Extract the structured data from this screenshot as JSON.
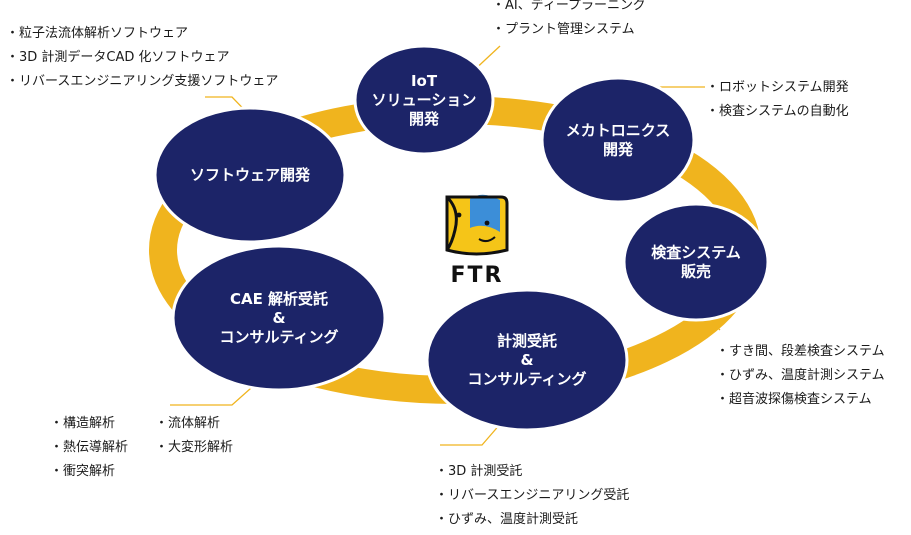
{
  "colors": {
    "ring": "#f0b41e",
    "node_fill": "#1c2468",
    "node_ring": "#ffffff",
    "connector": "#f0b41e",
    "text": "#1a1a1a",
    "logo_yellow": "#f5c518",
    "logo_blue": "#3c8ed8",
    "logo_black": "#111111"
  },
  "logo": {
    "text": "FTR"
  },
  "nodes": {
    "software": {
      "lines": [
        "ソフトウェア開発"
      ]
    },
    "iot": {
      "lines": [
        "IoT",
        "ソリューション",
        "開発"
      ]
    },
    "mechatronics": {
      "lines": [
        "メカトロニクス",
        "開発"
      ]
    },
    "inspection": {
      "lines": [
        "検査システム",
        "販売"
      ]
    },
    "measurement": {
      "lines": [
        "計測受託",
        "&",
        "コンサルティング"
      ]
    },
    "cae": {
      "lines": [
        "CAE 解析受託",
        "&",
        "コンサルティング"
      ]
    }
  },
  "lists": {
    "software": [
      "粒子法流体解析ソフトウェア",
      "3D 計測データCAD 化ソフトウェア",
      "リバースエンジニアリング支援ソフトウェア"
    ],
    "iot": [
      "AI、ディープラーニング",
      "プラント管理システム"
    ],
    "mechatronics": [
      "ロボットシステム開発",
      "検査システムの自動化"
    ],
    "inspection": [
      "すき間、段差検査システム",
      "ひずみ、温度計測システム",
      "超音波探傷検査システム"
    ],
    "measurement": [
      "3D 計測受託",
      "リバースエンジニアリング受託",
      "ひずみ、温度計測受託"
    ],
    "cae_left": [
      "構造解析",
      "熱伝導解析",
      "衝突解析"
    ],
    "cae_right": [
      "流体解析",
      "大変形解析"
    ]
  }
}
